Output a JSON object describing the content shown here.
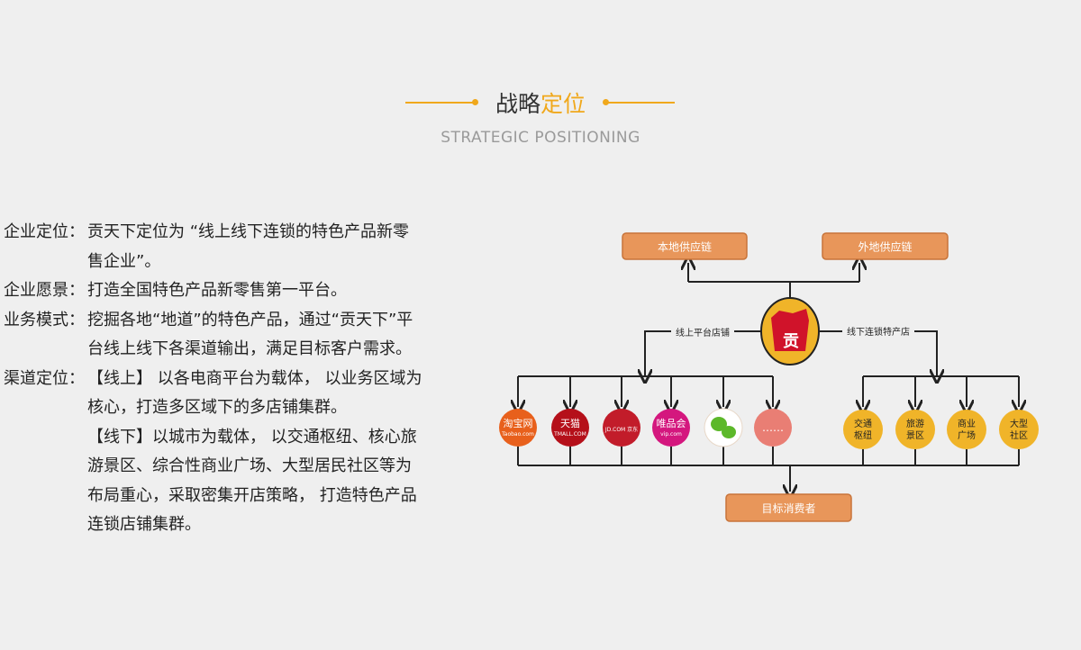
{
  "header": {
    "title_a": "战略",
    "title_b": "定位",
    "subtitle": "STRATEGIC POSITIONING"
  },
  "sections": [
    {
      "label": "企业定位：",
      "lines": [
        "贡天下定位为 “线上线下连锁的特色产品新零",
        "售企业”。"
      ]
    },
    {
      "label": "企业愿景：",
      "lines": [
        "打造全国特色产品新零售第一平台。"
      ]
    },
    {
      "label": "业务模式：",
      "lines": [
        "挖掘各地“地道”的特色产品，通过“贡天下”平",
        "台线上线下各渠道输出，满足目标客户需求。"
      ]
    },
    {
      "label": "渠道定位：",
      "lines": [
        "【线上】 以各电商平台为载体， 以业务区域为",
        "核心，打造多区域下的多店铺集群。",
        "【线下】以城市为载体， 以交通枢纽、核心旅",
        "游景区、综合性商业广场、大型居民社区等为",
        "布局重心，采取密集开店策略， 打造特色产品",
        "连锁店铺集群。"
      ]
    }
  ],
  "diagram": {
    "supply_local": "本地供应链",
    "supply_remote": "外地供应链",
    "logo_char": "贡",
    "online_label": "线上平台店铺",
    "offline_label": "线下连锁特产店",
    "online": [
      {
        "name": "淘宝网",
        "sub": "Taobao.com",
        "color": "#e8601c"
      },
      {
        "name": "天猫",
        "sub": "TMALL.COM",
        "color": "#b5101a"
      },
      {
        "name": "JD.COM 京东",
        "sub": "",
        "color": "#c21c2a"
      },
      {
        "name": "唯品会",
        "sub": "vip.com",
        "color": "#d4177e"
      },
      {
        "name": "微信",
        "sub": "",
        "color": "#ffffff"
      },
      {
        "name": "……",
        "sub": "",
        "color": "#e97e74"
      }
    ],
    "offline": [
      {
        "l1": "交通",
        "l2": "枢纽"
      },
      {
        "l1": "旅游",
        "l2": "景区"
      },
      {
        "l1": "商业",
        "l2": "广场"
      },
      {
        "l1": "大型",
        "l2": "社区"
      }
    ],
    "target": "目标消费者",
    "colors": {
      "box": "#e8965a",
      "box_border": "#c8743a",
      "gold": "#f0b429"
    }
  }
}
